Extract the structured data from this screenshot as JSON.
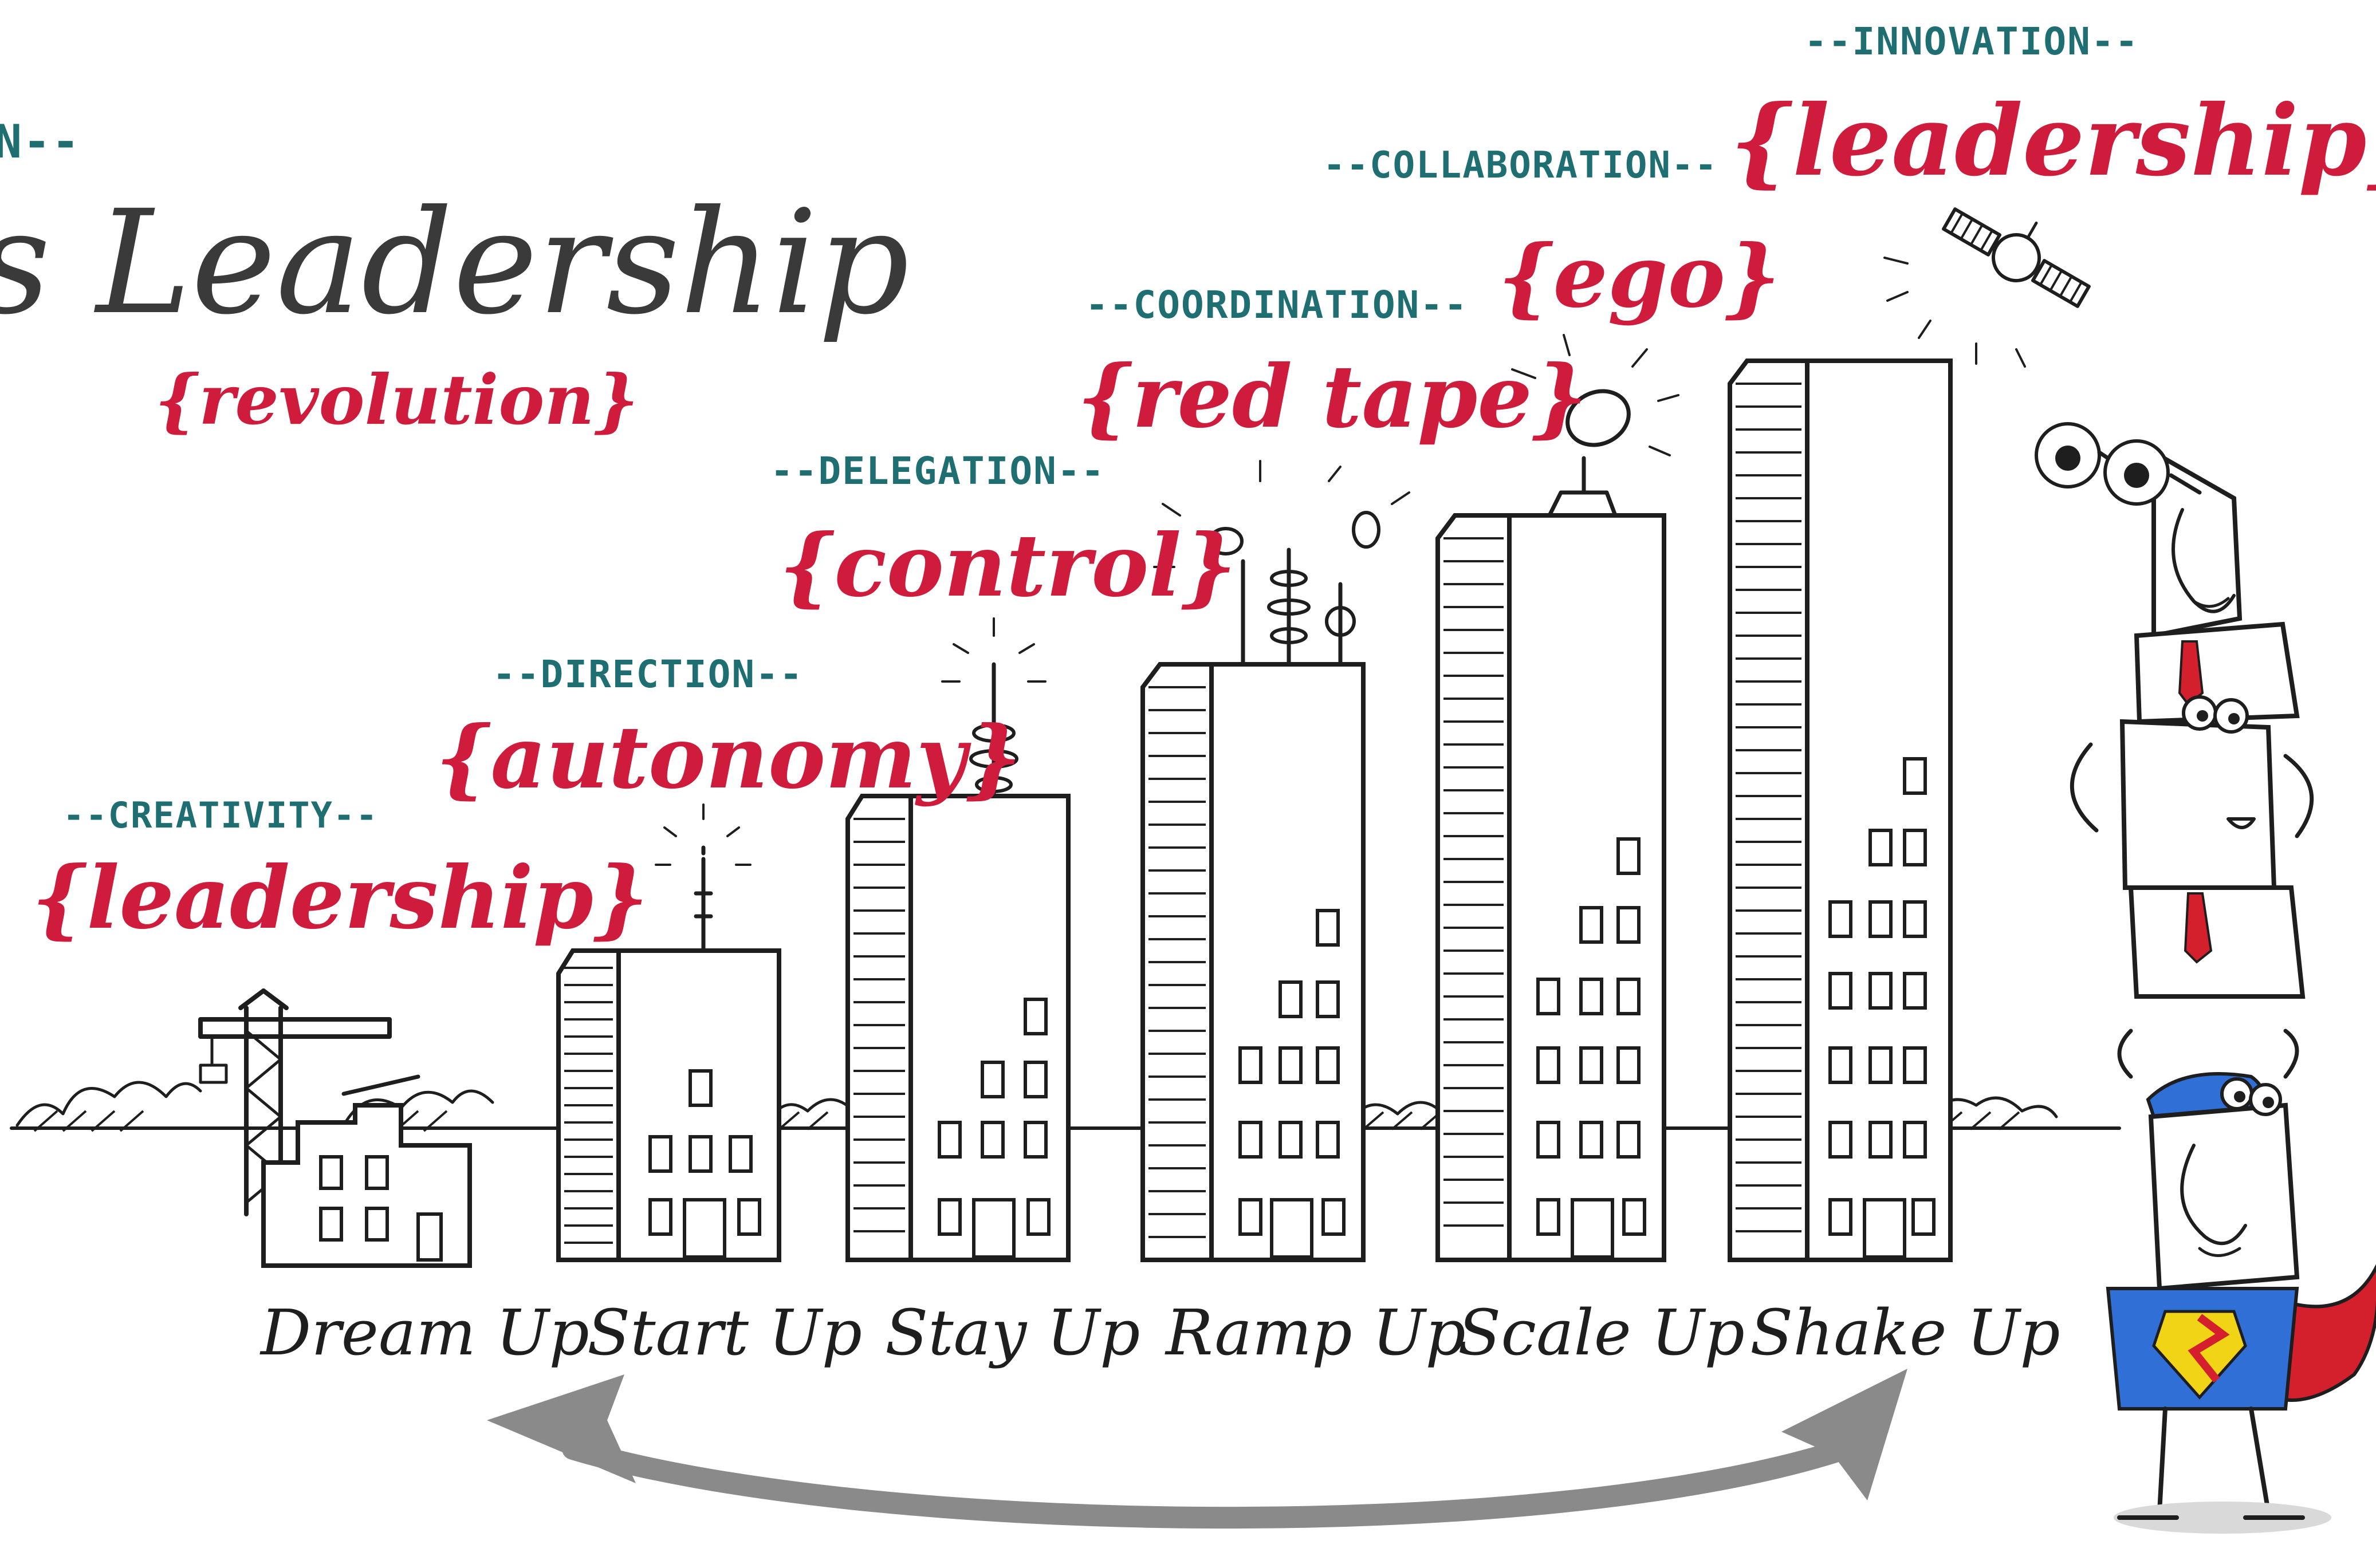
{
  "header": {
    "theme_fragment": "N--",
    "title_fragment": "s Leadership",
    "crisis": "{revolution}"
  },
  "stages": [
    {
      "name": "Dream Up",
      "theme": "--CREATIVITY--",
      "crisis": "{leadership}"
    },
    {
      "name": "Start Up",
      "theme": "--DIRECTION--",
      "crisis": "{autonomy}"
    },
    {
      "name": "Stay Up",
      "theme": "--DELEGATION--",
      "crisis": "{control}"
    },
    {
      "name": "Ramp Up",
      "theme": "--COORDINATION--",
      "crisis": "{red tape}"
    },
    {
      "name": "Scale Up",
      "theme": "--COLLABORATION--",
      "crisis": "{ego}"
    },
    {
      "name": "Shake Up",
      "theme": "--INNOVATION--",
      "crisis": "{leadership}"
    }
  ],
  "colors": {
    "theme": "#1e6e72",
    "crisis": "#cf1c3c",
    "ink": "#1e1e1e",
    "arrow": "#8a8a8a",
    "tie": "#d4202c",
    "suit": "#2f6fd6",
    "cape": "#d4202c",
    "emblem": "#f2d417"
  },
  "icons": [
    "crane-icon",
    "antenna-icon",
    "satellite-dish-icon",
    "satellite-icon",
    "binoculars-icon",
    "superhero-icon",
    "double-headed-arrow-icon"
  ]
}
